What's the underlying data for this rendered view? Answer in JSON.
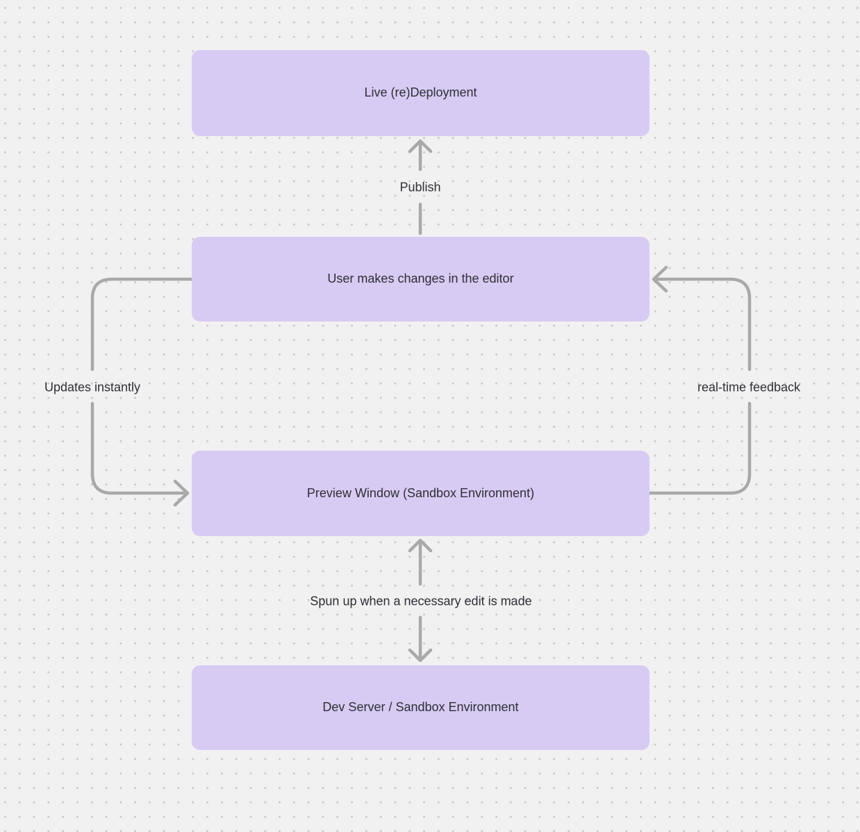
{
  "diagram": {
    "nodes": [
      {
        "id": "live-redeployment",
        "label": "Live (re)Deployment"
      },
      {
        "id": "user-editor",
        "label": "User makes changes in the editor"
      },
      {
        "id": "preview-window",
        "label": "Preview Window (Sandbox Environment)"
      },
      {
        "id": "dev-server",
        "label": "Dev Server / Sandbox Environment"
      }
    ],
    "edges": [
      {
        "from": "user-editor",
        "to": "live-redeployment",
        "label": "Publish",
        "direction": "up"
      },
      {
        "from": "user-editor",
        "to": "preview-window",
        "label": "Updates instantly",
        "direction": "left-loop-down"
      },
      {
        "from": "preview-window",
        "to": "user-editor",
        "label": "real-time feedback",
        "direction": "right-loop-up"
      },
      {
        "from": "preview-window",
        "to": "dev-server",
        "label": "Spun up when a necessary edit is made",
        "direction": "bidirectional"
      }
    ],
    "colors": {
      "node_fill": "#d7cbf3",
      "arrow": "#a9a9a9",
      "text": "#2e2e35",
      "background": "#f2f1f2",
      "grid_dot": "#c7c5c8"
    }
  }
}
